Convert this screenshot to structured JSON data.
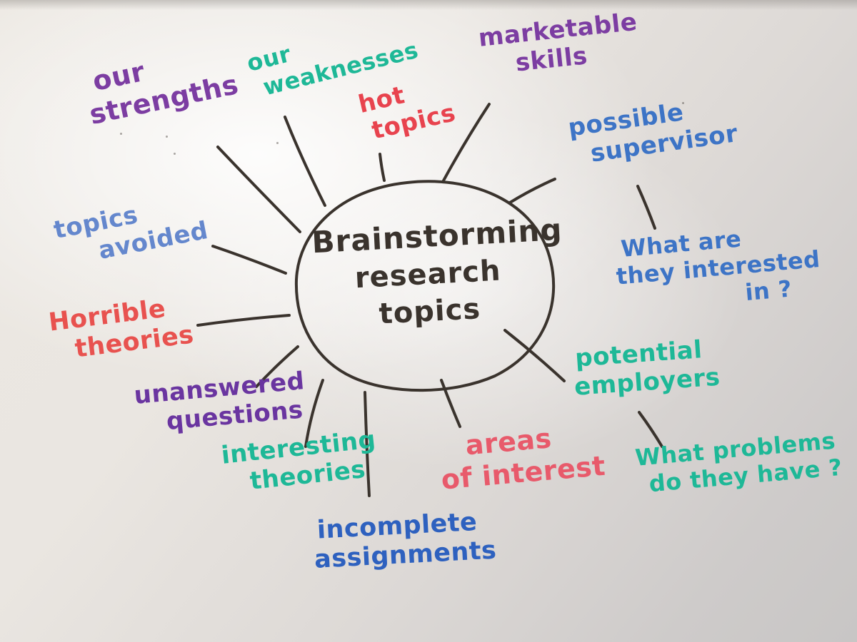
{
  "board": {
    "ink_color": "#3a332d",
    "title": {
      "lines": [
        "Brainstorming",
        "research",
        "topics"
      ],
      "color": "#3a332d"
    },
    "nodes": [
      {
        "id": "our-strengths",
        "lines": [
          "our",
          "strengths"
        ],
        "color": "#7c3da2"
      },
      {
        "id": "our-weaknesses",
        "lines": [
          "our",
          "weaknesses"
        ],
        "color": "#1eb897"
      },
      {
        "id": "hot-topics",
        "lines": [
          "hot",
          "topics"
        ],
        "color": "#e8434e"
      },
      {
        "id": "marketable-skills",
        "lines": [
          "marketable",
          "skills"
        ],
        "color": "#7c3da2"
      },
      {
        "id": "possible-supervisor",
        "lines": [
          "possible",
          "supervisor"
        ],
        "color": "#3d74c6"
      },
      {
        "id": "what-are-they-interested",
        "lines": [
          "What are",
          "they interested",
          "in ?"
        ],
        "color": "#3d74c6"
      },
      {
        "id": "potential-employers",
        "lines": [
          "potential",
          "employers"
        ],
        "color": "#1eb897"
      },
      {
        "id": "what-problems",
        "lines": [
          "What problems",
          "do they have ?"
        ],
        "color": "#1eb897"
      },
      {
        "id": "topics-avoided",
        "lines": [
          "topics",
          "avoided"
        ],
        "color": "#6487cd"
      },
      {
        "id": "horrible-theories",
        "lines": [
          "Horrible",
          "theories"
        ],
        "color": "#e8524f"
      },
      {
        "id": "unanswered-questions",
        "lines": [
          "unanswered",
          "questions"
        ],
        "color": "#6a35a0"
      },
      {
        "id": "interesting-theories",
        "lines": [
          "interesting",
          "theories"
        ],
        "color": "#1eb897"
      },
      {
        "id": "incomplete-assignments",
        "lines": [
          "incomplete",
          "assignments"
        ],
        "color": "#2e61bf"
      },
      {
        "id": "areas-of-interest",
        "lines": [
          "areas",
          "of interest"
        ],
        "color": "#e85a6b"
      }
    ],
    "edges": [
      {
        "from": "center",
        "to": "our-strengths"
      },
      {
        "from": "center",
        "to": "our-weaknesses"
      },
      {
        "from": "center",
        "to": "hot-topics"
      },
      {
        "from": "center",
        "to": "marketable-skills"
      },
      {
        "from": "center",
        "to": "possible-supervisor"
      },
      {
        "from": "center",
        "to": "topics-avoided"
      },
      {
        "from": "center",
        "to": "horrible-theories"
      },
      {
        "from": "center",
        "to": "unanswered-questions"
      },
      {
        "from": "center",
        "to": "interesting-theories"
      },
      {
        "from": "center",
        "to": "incomplete-assignments"
      },
      {
        "from": "center",
        "to": "areas-of-interest"
      },
      {
        "from": "center",
        "to": "potential-employers"
      },
      {
        "from": "possible-supervisor",
        "to": "what-are-they-interested"
      },
      {
        "from": "potential-employers",
        "to": "what-problems"
      }
    ]
  }
}
